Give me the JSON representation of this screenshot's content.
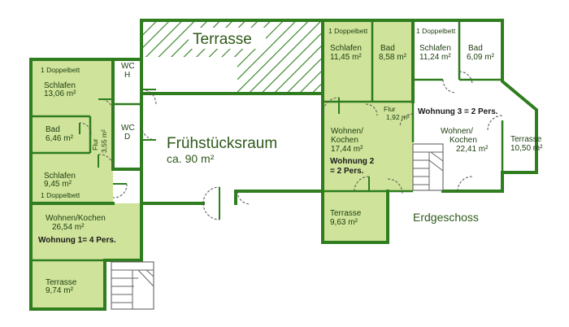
{
  "colors": {
    "wall": "#2f7d1f",
    "room_fill": "#cfe39a",
    "background": "#ffffff",
    "text": "#1c3d10"
  },
  "terrasse_top": "Terrasse",
  "fruehstuecksraum": {
    "name": "Frühstücksraum",
    "area": "ca. 90 m²"
  },
  "erdgeschoss": "Erdgeschoss",
  "wc_h": {
    "line1": "WC",
    "line2": "H"
  },
  "wc_d": {
    "line1": "WC",
    "line2": "D"
  },
  "w1": {
    "schlafen1": {
      "bed": "1 Doppelbett",
      "name": "Schlafen",
      "area": "13,06 m²"
    },
    "bad": {
      "name": "Bad",
      "area": "6,46 m²"
    },
    "flur": {
      "name": "Flur",
      "area": "3,55 m²"
    },
    "schlafen2": {
      "name": "Schlafen",
      "area": "9,45 m²",
      "bed": "1 Doppelbett"
    },
    "wohnen": {
      "name": "Wohnen/Kochen",
      "area": "26,54 m²",
      "label": "Wohnung 1= 4 Pers."
    },
    "terrasse": {
      "name": "Terrasse",
      "area": "9,74 m²"
    }
  },
  "w2": {
    "schlafen": {
      "bed": "1 Doppelbett",
      "name": "Schlafen",
      "area": "11,45 m²"
    },
    "bad": {
      "name": "Bad",
      "area": "8,58 m²"
    },
    "flur": {
      "name": "Flur",
      "area": "1,92 m²"
    },
    "wohnen": {
      "line1": "Wohnen/",
      "line2": "Kochen",
      "area": "17,44 m²"
    },
    "label": {
      "line1": "Wohnung 2",
      "line2": "= 2 Pers."
    },
    "terrasse": {
      "name": "Terrasse",
      "area": "9,63 m²"
    }
  },
  "w3": {
    "schlafen": {
      "bed": "1 Doppelbett",
      "name": "Schlafen",
      "area": "11,24 m²"
    },
    "bad": {
      "name": "Bad",
      "area": "6,09 m²"
    },
    "label": "Wohnung 3 = 2 Pers.",
    "wohnen": {
      "line1": "Wohnen/",
      "line2": "Kochen",
      "area": "22,41 m²"
    },
    "terrasse": {
      "name": "Terrasse",
      "area": "10,50 m²"
    }
  }
}
